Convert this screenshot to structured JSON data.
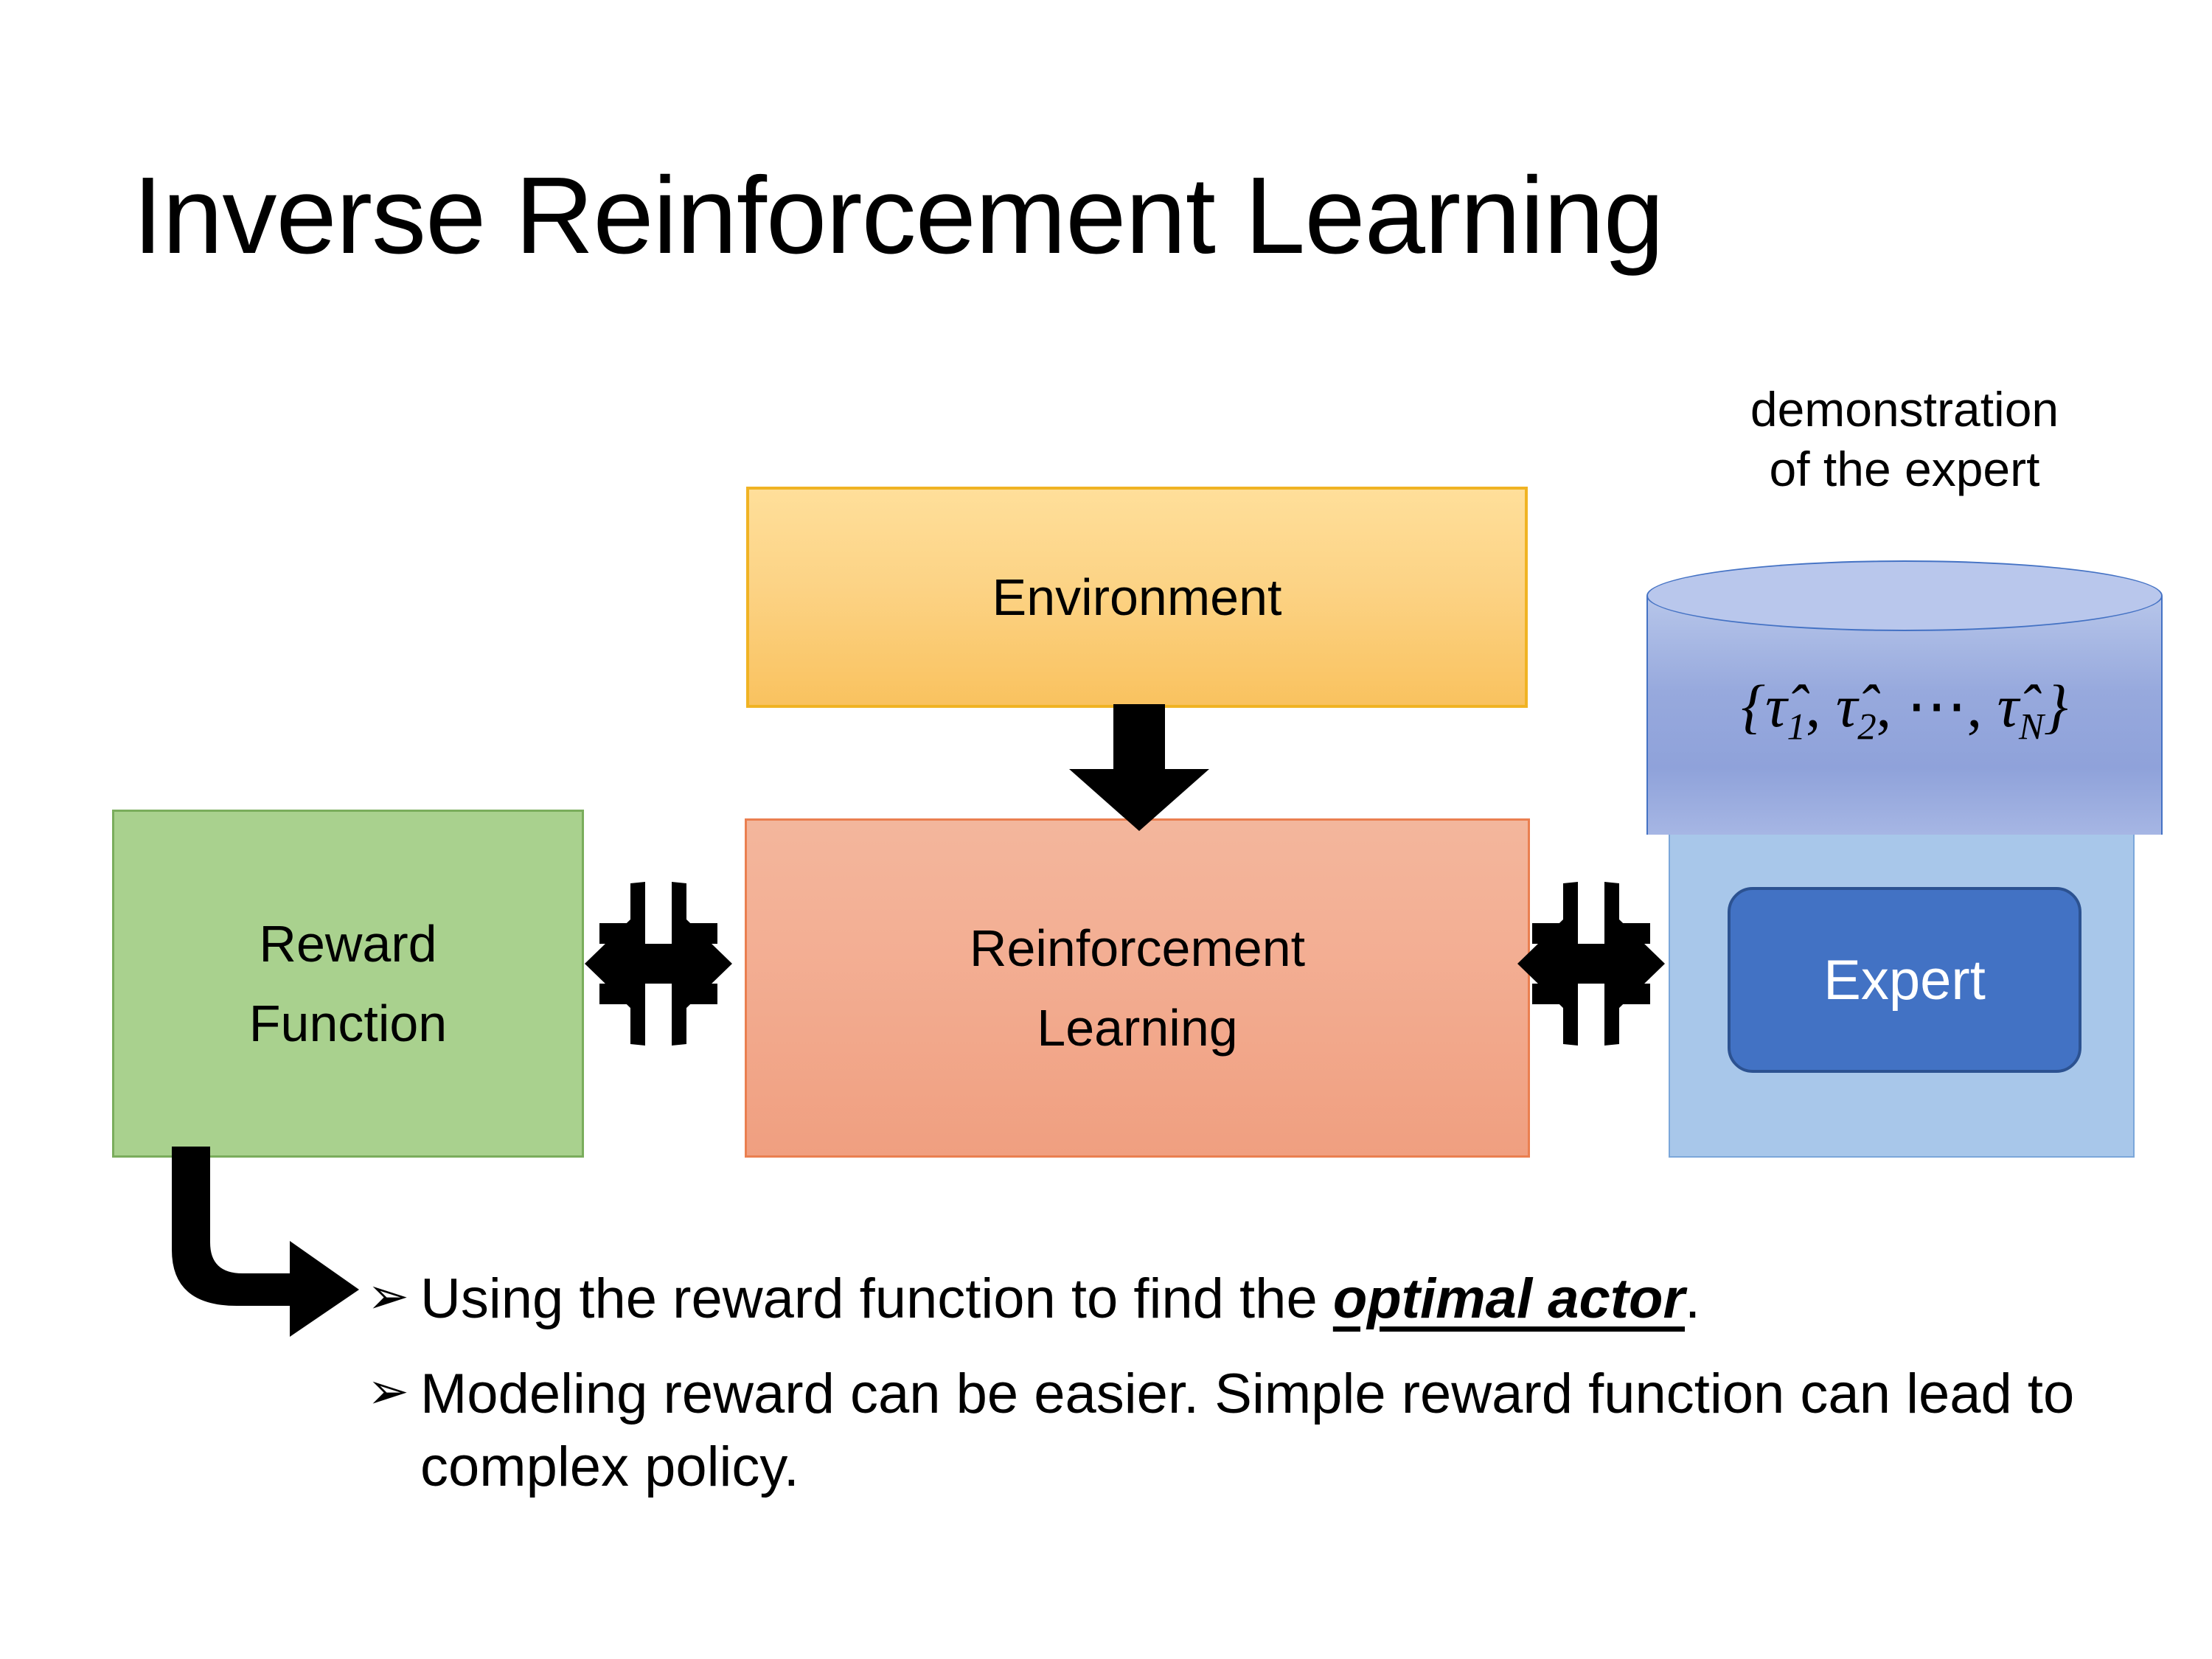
{
  "slide": {
    "title": "Inverse Reinforcement Learning",
    "background_color": "#ffffff"
  },
  "diagram": {
    "environment_box": {
      "label": "Environment",
      "fill_color": "#fcd385",
      "border_color": "#f0b323"
    },
    "reinforcement_learning_box": {
      "line1": "Reinforcement",
      "line2": "Learning",
      "fill_color": "#f3ae93",
      "border_color": "#ea7f50"
    },
    "reward_function_box": {
      "line1": "Reward",
      "line2": "Function",
      "fill_color": "#a9d18e",
      "border_color": "#7aad5c"
    },
    "expert_panel": {
      "caption_line1": "demonstration",
      "caption_line2": "of the expert",
      "panel_fill_color": "#a8c7ea",
      "cylinder_fill_color": "#97a9dd",
      "cylinder_border_color": "#4472c4",
      "formula": {
        "open_brace": "{",
        "terms": [
          {
            "symbol": "τ̂",
            "subscript": "1"
          },
          {
            "symbol": "τ̂",
            "subscript": "2"
          },
          {
            "symbol": "⋯",
            "subscript": ""
          },
          {
            "symbol": "τ̂",
            "subscript": "N"
          }
        ],
        "close_brace": "}",
        "plain_text": "{τ̂1, τ̂2, ⋯, τ̂N}"
      },
      "expert_box": {
        "label": "Expert",
        "fill_color": "#4272c4",
        "border_color": "#2c5291",
        "text_color": "#ffffff"
      }
    },
    "connectors": [
      {
        "name": "environment-to-rl-arrow",
        "kind": "down-arrow",
        "color": "#000000"
      },
      {
        "name": "reward-rl-double-arrow",
        "kind": "quad-arrow",
        "color": "#000000"
      },
      {
        "name": "rl-expert-double-arrow",
        "kind": "quad-arrow",
        "color": "#000000"
      },
      {
        "name": "reward-to-bullets-elbow-arrow",
        "kind": "elbow-arrow",
        "color": "#000000"
      }
    ]
  },
  "bullets": {
    "marker": "➢",
    "items": [
      {
        "prefix": "Using the reward function to find the ",
        "emphasis": "optimal actor",
        "suffix": "."
      },
      {
        "prefix": "Modeling reward can be easier. Simple reward function can lead to complex policy.",
        "emphasis": "",
        "suffix": ""
      }
    ]
  }
}
